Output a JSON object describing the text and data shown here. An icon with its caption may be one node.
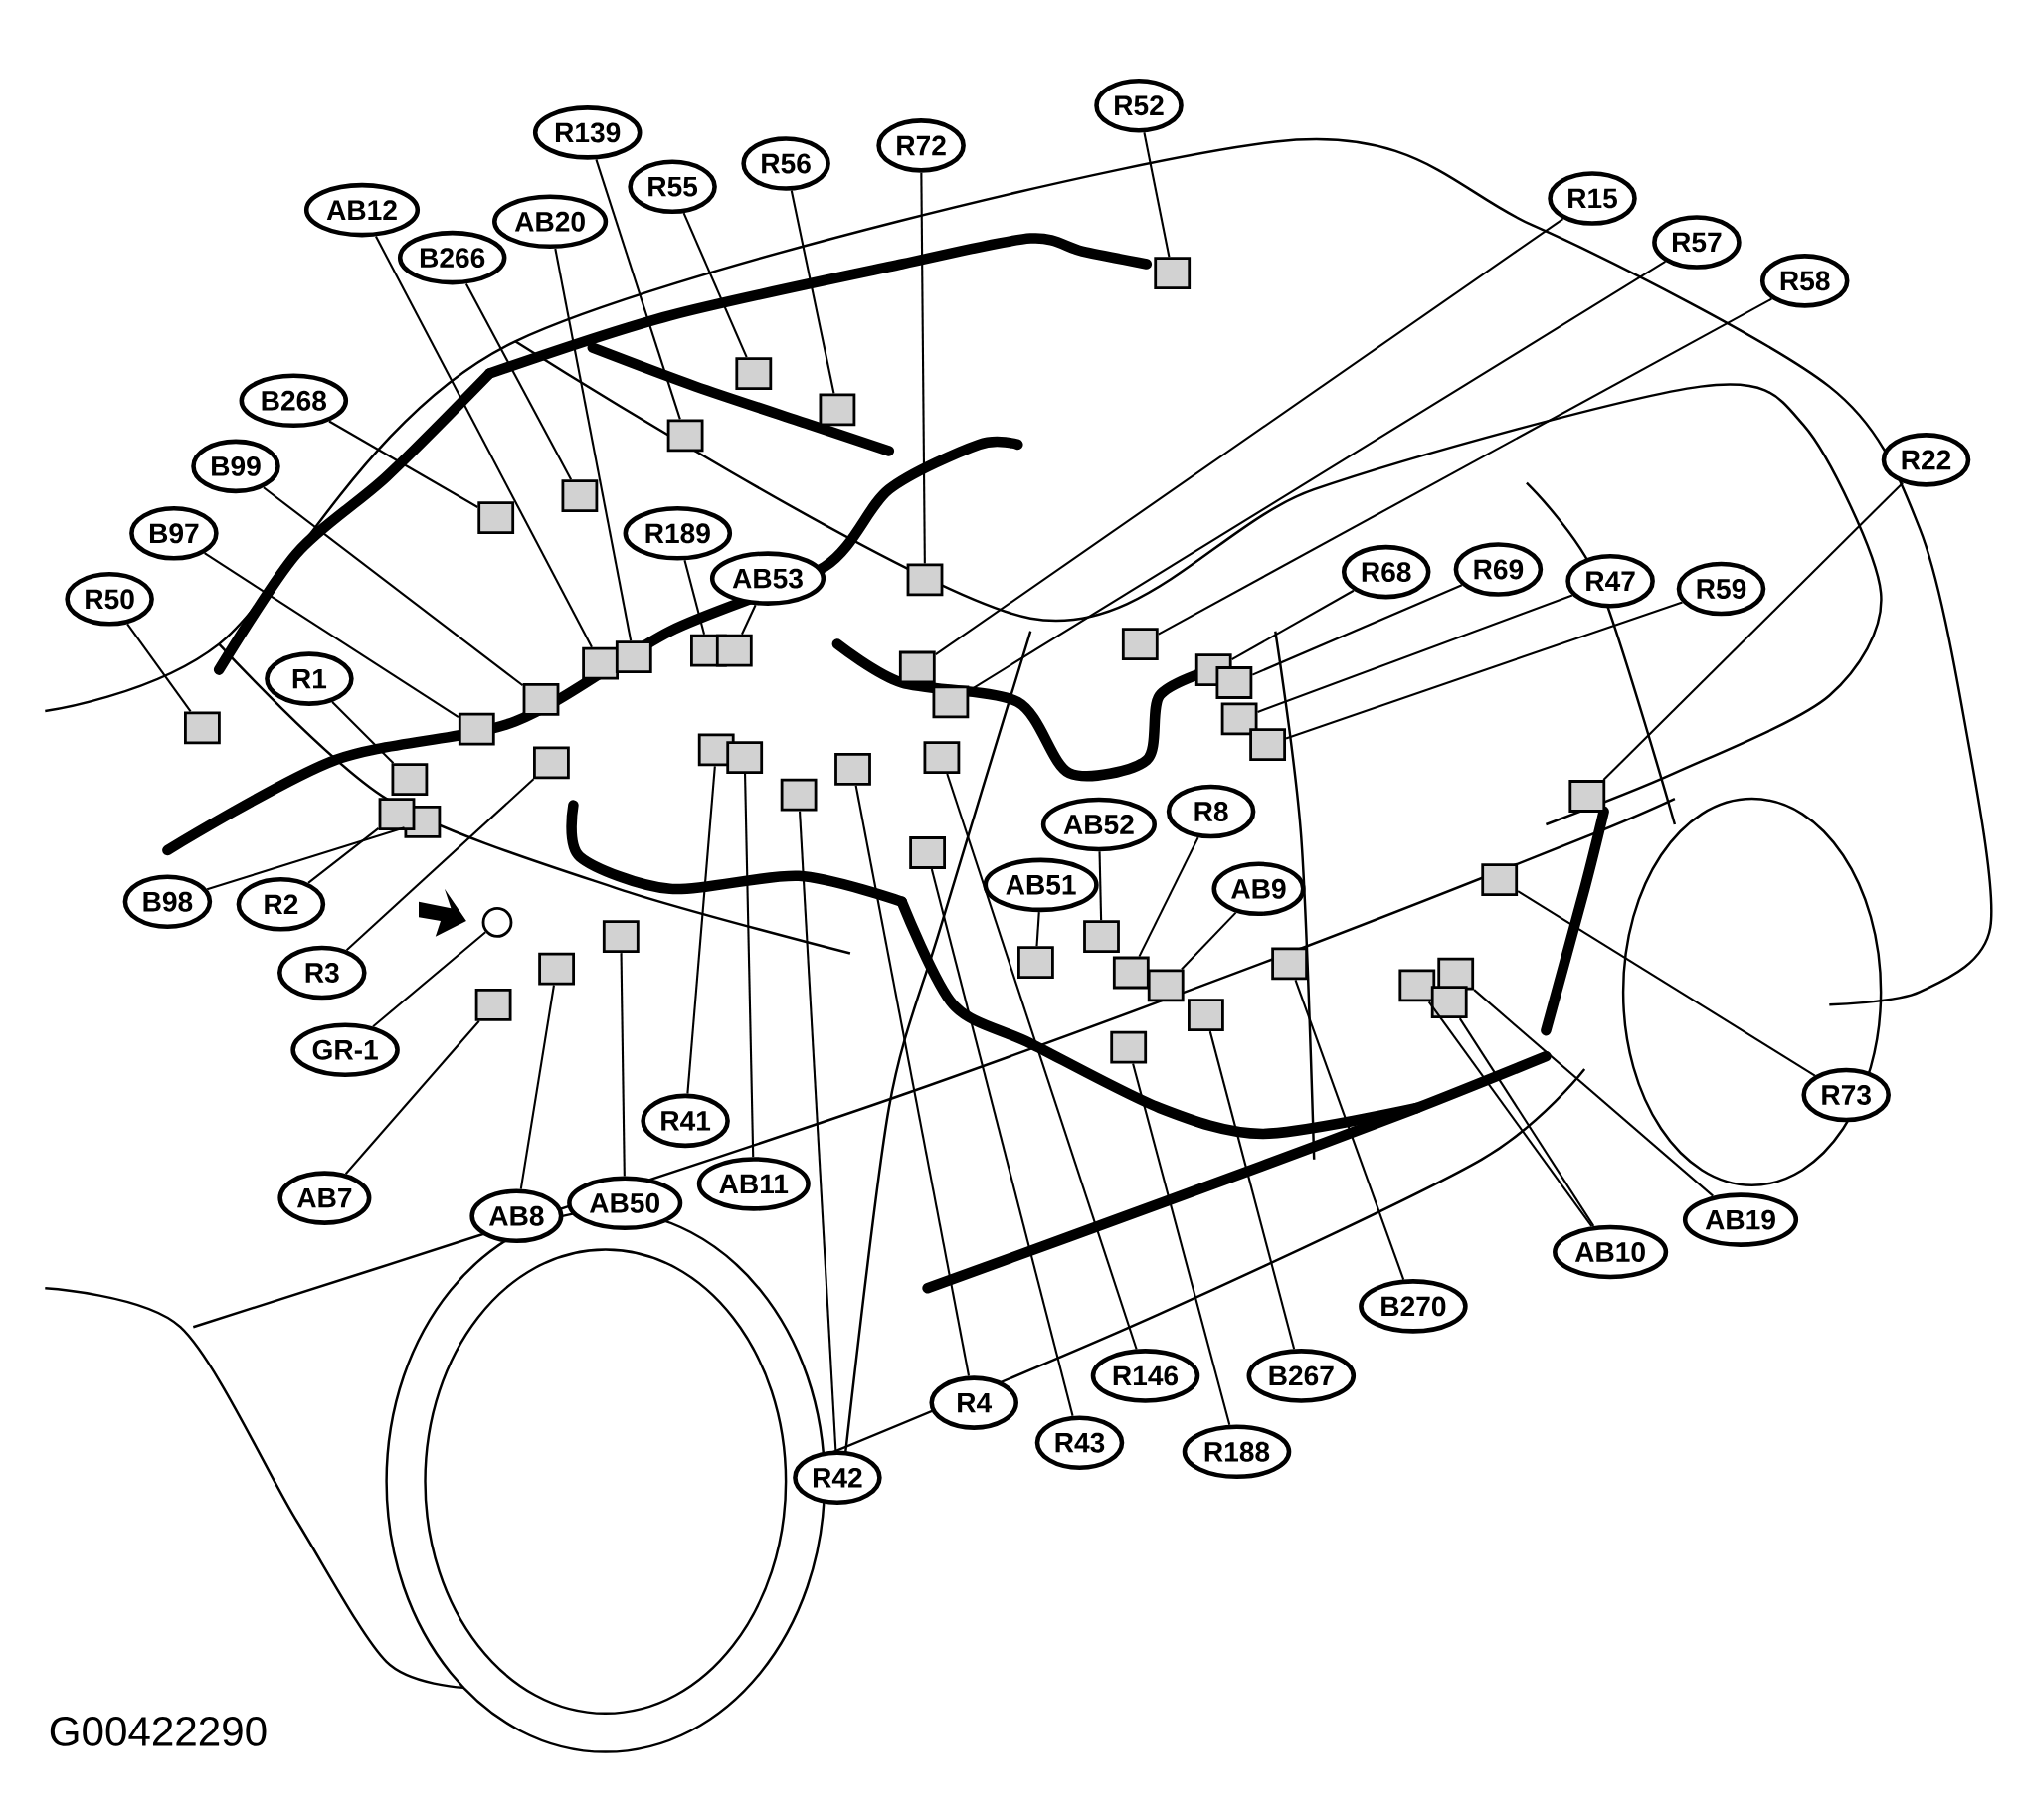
{
  "diagram": {
    "nodes": [
      {
        "text": [
          "R52"
        ]
      },
      {
        "text": [
          "R139"
        ]
      },
      {
        "text": [
          "R72"
        ]
      },
      {
        "text": [
          "R56"
        ]
      },
      {
        "text": [
          "R55"
        ]
      },
      {
        "text": [
          "R15"
        ]
      },
      {
        "text": [
          "AB12"
        ]
      },
      {
        "text": [
          "AB20"
        ]
      },
      {
        "text": [
          "R57"
        ]
      },
      {
        "text": [
          "B266"
        ]
      },
      {
        "text": [
          "R58"
        ]
      },
      {
        "text": [
          "B268"
        ]
      },
      {
        "text": [
          "R22"
        ]
      },
      {
        "text": [
          "B99"
        ]
      },
      {
        "text": [
          "R189"
        ]
      },
      {
        "text": [
          "B97"
        ]
      },
      {
        "text": [
          "R68"
        ]
      },
      {
        "text": [
          "R69"
        ]
      },
      {
        "text": [
          "AB53"
        ]
      },
      {
        "text": [
          "R47"
        ]
      },
      {
        "text": [
          "R59"
        ]
      },
      {
        "text": [
          "R50"
        ]
      },
      {
        "text": [
          "R1"
        ]
      },
      {
        "text": [
          "R8"
        ]
      },
      {
        "text": [
          "AB52"
        ]
      },
      {
        "text": [
          "AB51"
        ]
      },
      {
        "text": [
          "AB9"
        ]
      },
      {
        "text": [
          "B98"
        ]
      },
      {
        "text": [
          "R2"
        ]
      },
      {
        "text": [
          "R3"
        ]
      },
      {
        "text": [
          "GR-1"
        ]
      },
      {
        "text": [
          "R73"
        ]
      },
      {
        "text": [
          "R41"
        ]
      },
      {
        "text": [
          "AB11"
        ]
      },
      {
        "text": [
          "AB7"
        ]
      },
      {
        "text": [
          "AB50"
        ]
      },
      {
        "text": [
          "AB8"
        ]
      },
      {
        "text": [
          "AB19"
        ]
      },
      {
        "text": [
          "AB10"
        ]
      },
      {
        "text": [
          "B270"
        ]
      },
      {
        "text": [
          "R146"
        ]
      },
      {
        "text": [
          "B267"
        ]
      },
      {
        "text": [
          "R4"
        ]
      },
      {
        "text": [
          "R43"
        ]
      },
      {
        "text": [
          "R188"
        ]
      },
      {
        "text": [
          "R42"
        ]
      },
      {
        "text": [],
        "shape": "box"
      },
      {
        "text": [],
        "shape": "box"
      },
      {
        "text": [],
        "shape": "box"
      },
      {
        "text": [],
        "shape": "box"
      },
      {
        "text": [],
        "shape": "box"
      },
      {
        "text": [],
        "shape": "box"
      },
      {
        "text": [],
        "shape": "box"
      },
      {
        "text": [],
        "shape": "box"
      },
      {
        "text": [],
        "shape": "box"
      },
      {
        "text": [],
        "shape": "box"
      },
      {
        "text": [],
        "shape": "box"
      },
      {
        "text": [],
        "shape": "box"
      },
      {
        "text": [],
        "shape": "box"
      },
      {
        "text": [],
        "shape": "box"
      },
      {
        "text": [],
        "shape": "box"
      },
      {
        "text": [],
        "shape": "box"
      },
      {
        "text": [],
        "shape": "box"
      },
      {
        "text": [],
        "shape": "box"
      },
      {
        "text": [],
        "shape": "box"
      },
      {
        "text": [],
        "shape": "box"
      },
      {
        "text": [],
        "shape": "box"
      },
      {
        "text": [],
        "shape": "box"
      },
      {
        "text": [],
        "shape": "box"
      },
      {
        "text": [],
        "shape": "box"
      },
      {
        "text": [],
        "shape": "box"
      },
      {
        "text": [],
        "shape": "box"
      },
      {
        "text": [],
        "shape": "box"
      },
      {
        "text": [],
        "shape": "box"
      },
      {
        "text": [],
        "shape": "box"
      },
      {
        "text": [],
        "shape": "box"
      },
      {
        "text": [],
        "shape": "circle"
      },
      {
        "text": [],
        "shape": "box"
      },
      {
        "text": [],
        "shape": "box"
      },
      {
        "text": [],
        "shape": "box"
      },
      {
        "text": [],
        "shape": "box"
      },
      {
        "text": [],
        "shape": "box"
      },
      {
        "text": [],
        "shape": "box"
      },
      {
        "text": [],
        "shape": "box"
      },
      {
        "text": [],
        "shape": "box"
      },
      {
        "text": [],
        "shape": "box"
      },
      {
        "text": [],
        "shape": "box"
      },
      {
        "text": [],
        "shape": "box"
      },
      {
        "text": [],
        "shape": "box"
      },
      {
        "text": [],
        "shape": "box"
      },
      {
        "text": [],
        "shape": "box"
      },
      {
        "text": [],
        "shape": "box"
      },
      {
        "text": [],
        "shape": "box"
      }
    ],
    "edges": [
      {
        "from": 0,
        "to": 46,
        "arrow": "none"
      },
      {
        "from": 1,
        "to": 47,
        "arrow": "none"
      },
      {
        "from": 2,
        "to": 48,
        "arrow": "none"
      },
      {
        "from": 3,
        "to": 49,
        "arrow": "none"
      },
      {
        "from": 4,
        "to": 50,
        "arrow": "none"
      },
      {
        "from": 5,
        "to": 51,
        "arrow": "none"
      },
      {
        "from": 6,
        "to": 52,
        "arrow": "none"
      },
      {
        "from": 7,
        "to": 53,
        "arrow": "none"
      },
      {
        "from": 8,
        "to": 54,
        "arrow": "none"
      },
      {
        "from": 9,
        "to": 55,
        "arrow": "none"
      },
      {
        "from": 10,
        "to": 56,
        "arrow": "none"
      },
      {
        "from": 11,
        "to": 57,
        "arrow": "none"
      },
      {
        "from": 12,
        "to": 58,
        "arrow": "none"
      },
      {
        "from": 13,
        "to": 59,
        "arrow": "none"
      },
      {
        "from": 14,
        "to": 60,
        "arrow": "none"
      },
      {
        "from": 15,
        "to": 61,
        "arrow": "none"
      },
      {
        "from": 16,
        "to": 62,
        "arrow": "none"
      },
      {
        "from": 17,
        "to": 63,
        "arrow": "none"
      },
      {
        "from": 18,
        "to": 64,
        "arrow": "none"
      },
      {
        "from": 19,
        "to": 65,
        "arrow": "none"
      },
      {
        "from": 20,
        "to": 66,
        "arrow": "none"
      },
      {
        "from": 21,
        "to": 67,
        "arrow": "none"
      },
      {
        "from": 22,
        "to": 68,
        "arrow": "none"
      },
      {
        "from": 23,
        "to": 69,
        "arrow": "none"
      },
      {
        "from": 24,
        "to": 70,
        "arrow": "none"
      },
      {
        "from": 25,
        "to": 71,
        "arrow": "none"
      },
      {
        "from": 26,
        "to": 72,
        "arrow": "none"
      },
      {
        "from": 27,
        "to": 73,
        "arrow": "none"
      },
      {
        "from": 28,
        "to": 74,
        "arrow": "none"
      },
      {
        "from": 29,
        "to": 75,
        "arrow": "none"
      },
      {
        "from": 30,
        "to": 76,
        "arrow": "none"
      },
      {
        "from": 31,
        "to": 77,
        "arrow": "none"
      },
      {
        "from": 32,
        "to": 78,
        "arrow": "none"
      },
      {
        "from": 33,
        "to": 79,
        "arrow": "none"
      },
      {
        "from": 34,
        "to": 80,
        "arrow": "none"
      },
      {
        "from": 35,
        "to": 81,
        "arrow": "none"
      },
      {
        "from": 36,
        "to": 82,
        "arrow": "none"
      },
      {
        "from": 37,
        "to": 83,
        "arrow": "none"
      },
      {
        "from": 38,
        "to": 84,
        "arrow": "none"
      },
      {
        "from": 38,
        "to": 85,
        "arrow": "none"
      },
      {
        "from": 39,
        "to": 86,
        "arrow": "none"
      },
      {
        "from": 40,
        "to": 87,
        "arrow": "none"
      },
      {
        "from": 41,
        "to": 88,
        "arrow": "none"
      },
      {
        "from": 42,
        "to": 89,
        "arrow": "none"
      },
      {
        "from": 43,
        "to": 90,
        "arrow": "none"
      },
      {
        "from": 44,
        "to": 91,
        "arrow": "none"
      },
      {
        "from": 45,
        "to": 92,
        "arrow": "none"
      }
    ],
    "labels": [
      "G00422290"
    ]
  }
}
